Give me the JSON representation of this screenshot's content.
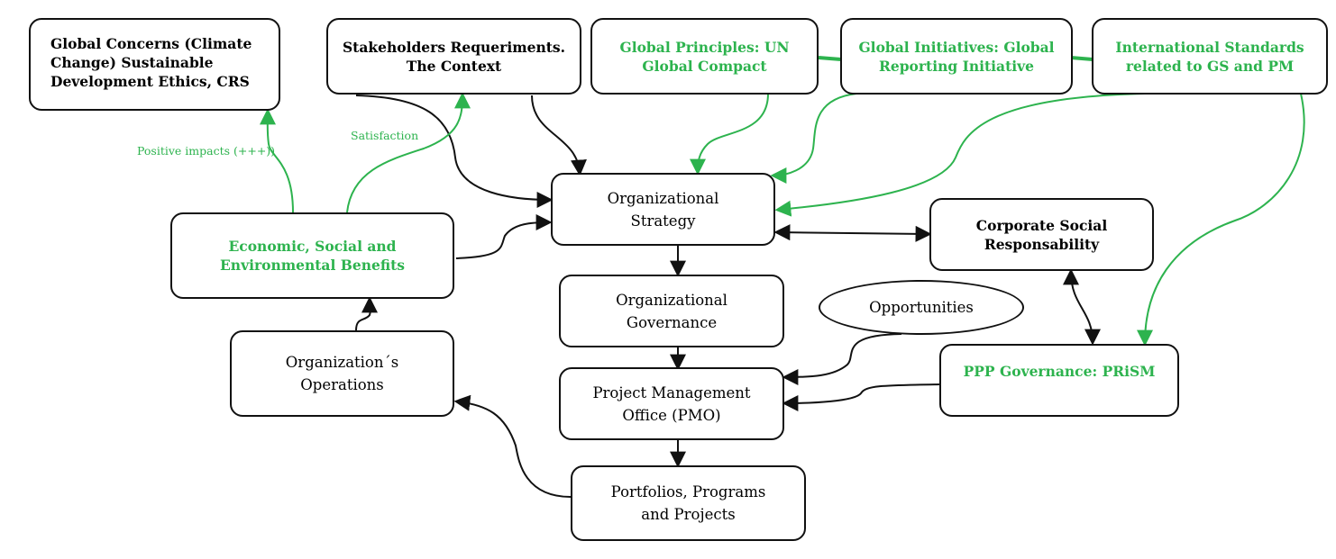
{
  "nodes": {
    "global_concerns": "Global Concerns (Climate\nChange) Sustainable\nDevelopment Ethics, CRS",
    "stakeholders": "Stakeholders Requeriments.\nThe Context",
    "global_principles": "Global Principles: UN\nGlobal Compact",
    "global_initiatives": "Global Initiatives: Global\nReporting Initiative",
    "international_standards": "International Standards\nrelated to GS and PM",
    "org_strategy": "Organizational\nStrategy",
    "csr": "Corporate Social\nResponsability",
    "benefits": "Economic, Social and\nEnvironmental Benefits",
    "org_governance": "Organizational\nGovernance",
    "opportunities": "Opportunities",
    "org_operations": "Organization´s\nOperations",
    "pmo": "Project Management\nOffice (PMO)",
    "ppp_governance": "PPP Governance: PRiSM",
    "portfolios": "Portfolios, Programs\nand Projects"
  },
  "edge_labels": {
    "positive_impacts": "Positive impacts (+++))",
    "satisfaction": "Satisfaction"
  },
  "colors": {
    "green": "#2db34e",
    "black": "#111111"
  }
}
